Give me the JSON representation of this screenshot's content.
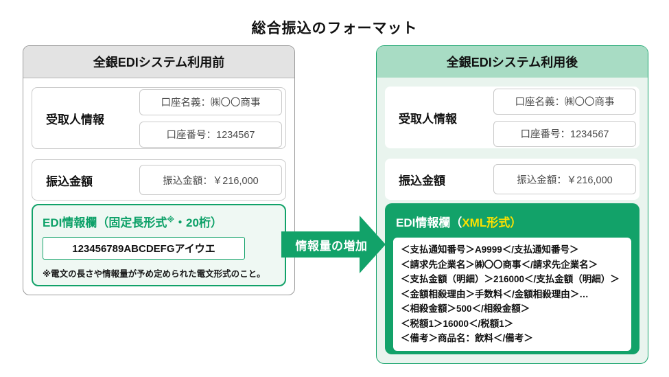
{
  "title": "総合振込のフォーマット",
  "arrow": {
    "label": "情報量の増加"
  },
  "colors": {
    "accent_green": "#12a269",
    "green_text": "#0da168",
    "mint_header": "#a8dcc4",
    "mint_body": "#e9f4ee",
    "light_green_bg": "#eff8f3",
    "gray_header": "#e3e3e3",
    "highlight_yellow": "#ffe100"
  },
  "before_panel": {
    "header": "全銀EDIシステム利用前",
    "rows": [
      {
        "label": "受取人情報",
        "fields": [
          "口座名義：㈱〇〇商事",
          "口座番号：1234567"
        ]
      },
      {
        "label": "振込金額",
        "fields": [
          "振込金額：￥216,000"
        ]
      }
    ],
    "edi": {
      "title_prefix": "EDI情報欄（固定長形式",
      "title_sup": "※",
      "title_suffix": "・20桁）",
      "value": "123456789ABCDEFGアイウエ",
      "note": "※電文の長さや情報量が予め定められた電文形式のこと。"
    }
  },
  "after_panel": {
    "header": "全銀EDIシステム利用後",
    "rows": [
      {
        "label": "受取人情報",
        "fields": [
          "口座名義：㈱〇〇商事",
          "口座番号：1234567"
        ]
      },
      {
        "label": "振込金額",
        "fields": [
          "振込金額：￥216,000"
        ]
      }
    ],
    "edi": {
      "title_prefix": "EDI情報欄（",
      "title_highlight": "XML形式",
      "title_suffix": "）",
      "xml_lines": [
        "＜支払通知番号＞A9999＜/支払通知番号＞",
        "＜請求先企業名＞㈱〇〇商事＜/請求先企業名＞",
        "＜支払金額（明細）＞216000＜/支払金額（明細）＞",
        "＜金額相殺理由＞手数料＜/金額相殺理由＞…",
        "＜相殺金額＞500＜/相殺金額＞",
        "＜税額1＞16000＜/税額1＞",
        "＜備考＞商品名：飲料＜/備考＞"
      ]
    }
  }
}
